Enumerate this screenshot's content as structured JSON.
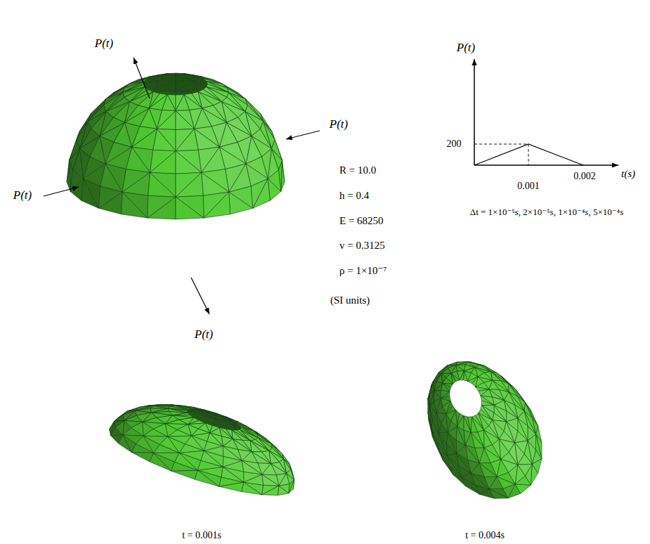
{
  "diagram": {
    "labels": [
      "P(t)",
      "P(t)",
      "P(t)",
      "P(t)",
      "R = 10.0",
      "h = 0.4",
      "E = 68250",
      "v = 0.3125",
      "ρ = 1×10⁻⁷",
      "(SI units)",
      "P(t)",
      "200",
      "0.001",
      "0.002",
      "t(s)",
      "Δt = 1×10⁻⁵s, 2×10⁻⁵s, 1×10⁻⁴s, 5×10⁻⁴s",
      "t = 0.001s",
      "t = 0.004s"
    ]
  }
}
